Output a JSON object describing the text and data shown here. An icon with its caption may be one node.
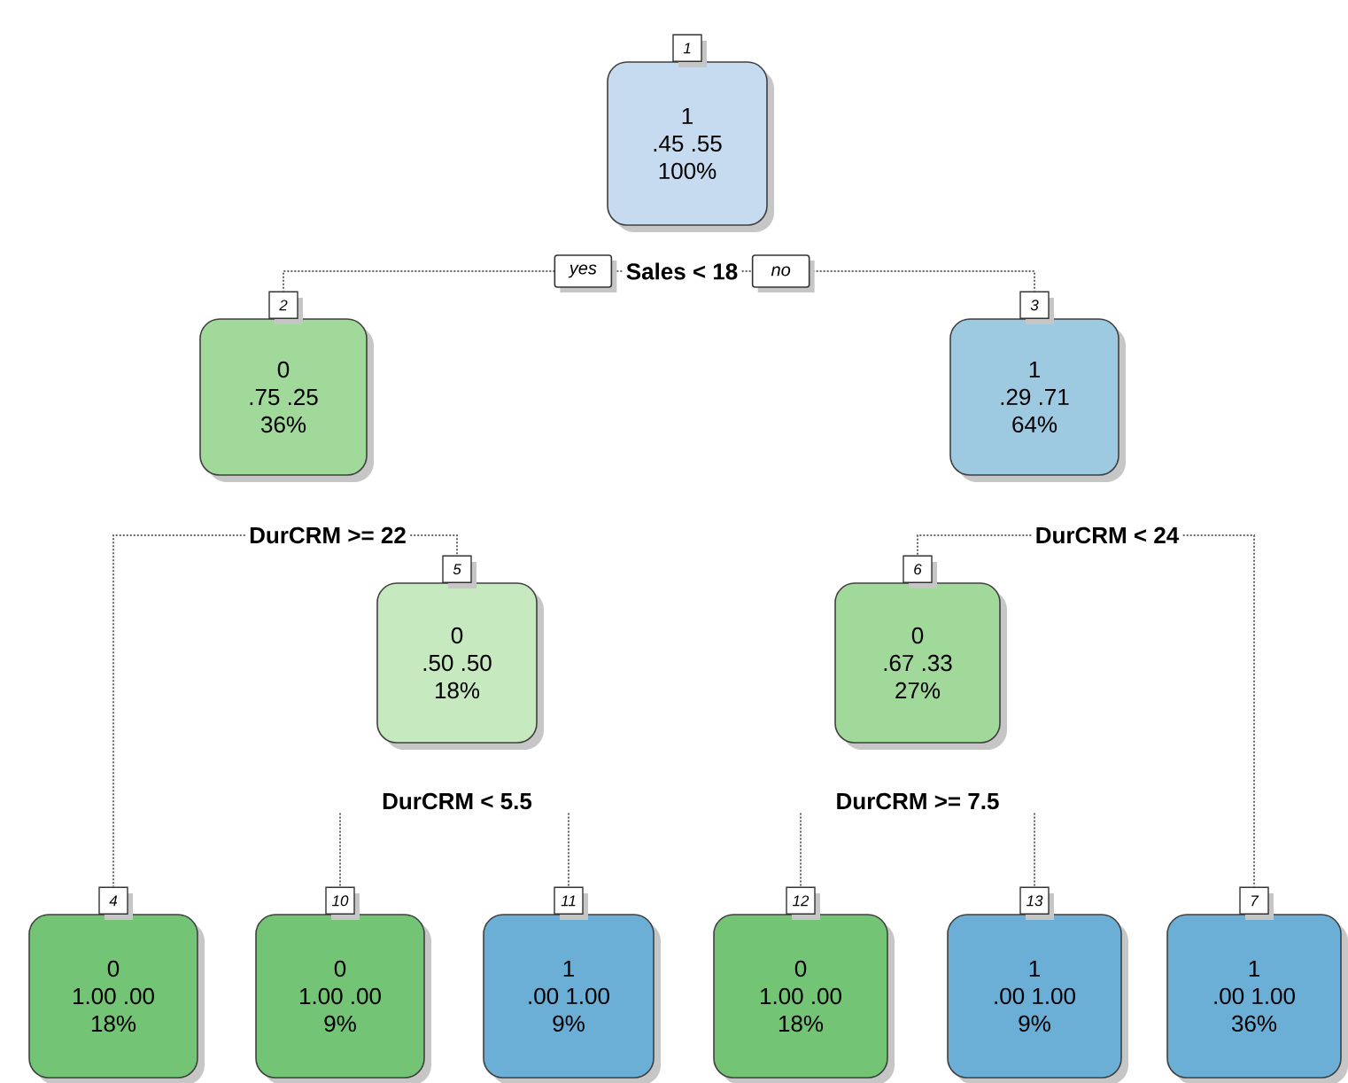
{
  "diagram": {
    "nodes": [
      {
        "text": [
          "1",
          ".45 .55",
          "100%"
        ],
        "beside": [
          "1",
          "Sales < 18"
        ]
      },
      {
        "text": [
          "0",
          ".75 .25",
          "36%"
        ],
        "beside": [
          "2",
          "DurCRM >= 22"
        ]
      },
      {
        "text": [
          "1",
          ".29 .71",
          "64%"
        ],
        "beside": [
          "3",
          "DurCRM < 24"
        ]
      },
      {
        "text": [
          "0",
          ".50 .50",
          "18%"
        ],
        "beside": [
          "5",
          "DurCRM < 5.5"
        ]
      },
      {
        "text": [
          "0",
          ".67 .33",
          "27%"
        ],
        "beside": [
          "6",
          "DurCRM >= 7.5"
        ]
      },
      {
        "text": [
          "0",
          "1.00 .00",
          "18%"
        ],
        "beside": [
          "4"
        ]
      },
      {
        "text": [
          "0",
          "1.00 .00",
          "9%"
        ],
        "beside": [
          "10"
        ]
      },
      {
        "text": [
          "1",
          ".00 1.00",
          "9%"
        ],
        "beside": [
          "11"
        ]
      },
      {
        "text": [
          "0",
          "1.00 .00",
          "18%"
        ],
        "beside": [
          "12"
        ]
      },
      {
        "text": [
          "1",
          ".00 1.00",
          "9%"
        ],
        "beside": [
          "13"
        ]
      },
      {
        "text": [
          "1",
          ".00 1.00",
          "36%"
        ],
        "beside": [
          "7"
        ]
      }
    ],
    "edges": [
      {
        "from": 0,
        "to": 1,
        "arrow": "none",
        "style": "dashed",
        "label": "yes"
      },
      {
        "from": 0,
        "to": 2,
        "arrow": "none",
        "style": "dashed",
        "label": "no"
      },
      {
        "from": 1,
        "to": 5,
        "arrow": "none",
        "style": "dashed"
      },
      {
        "from": 1,
        "to": 3,
        "arrow": "none",
        "style": "dashed"
      },
      {
        "from": 2,
        "to": 4,
        "arrow": "none",
        "style": "dashed"
      },
      {
        "from": 2,
        "to": 10,
        "arrow": "none",
        "style": "dashed"
      },
      {
        "from": 3,
        "to": 6,
        "arrow": "none",
        "style": "dashed"
      },
      {
        "from": 3,
        "to": 7,
        "arrow": "none",
        "style": "dashed"
      },
      {
        "from": 4,
        "to": 8,
        "arrow": "none",
        "style": "dashed"
      },
      {
        "from": 4,
        "to": 9,
        "arrow": "none",
        "style": "dashed"
      }
    ]
  }
}
